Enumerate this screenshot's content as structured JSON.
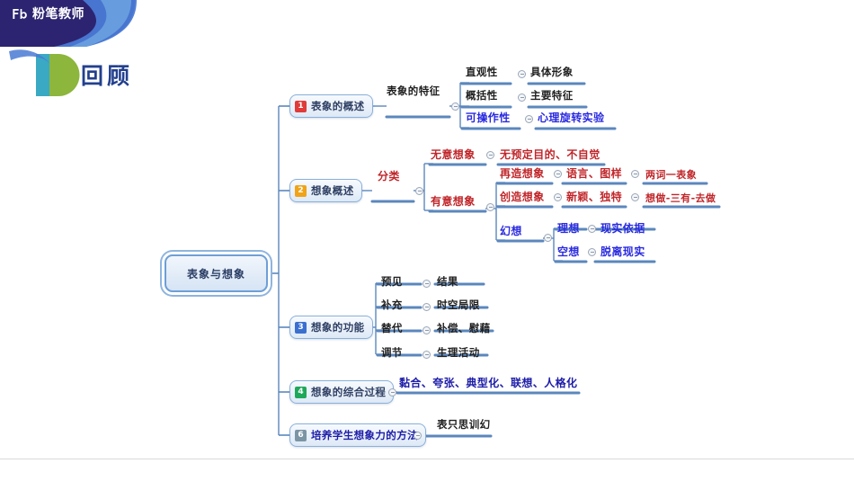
{
  "header": {
    "logo_text": "粉笔教师",
    "logo_icon": "fb-logo-icon",
    "page_title": "回顾"
  },
  "colors": {
    "banner_dark": "#2c2470",
    "banner_blue": "#3f6fd0",
    "banner_light": "#6aa2e0",
    "teal": "#3aa9c4",
    "green": "#8cb63c",
    "title": "#23408e",
    "node_border": "#8ab0da",
    "badge_1": "#e03a3a",
    "badge_2": "#f0a318",
    "badge_3": "#3a6fd0",
    "badge_4": "#1fa85a",
    "badge_6": "#7b95a5",
    "text_dark": "#1f1f1f",
    "text_blue": "#2a2ae0",
    "text_red": "#c0262a",
    "text_navy": "#1d1da8",
    "edge": "#5b87bd"
  },
  "mindmap": {
    "root": "表象与想象",
    "branches": [
      {
        "num": "1",
        "label": "表象的概述",
        "badge_color": "#e03a3a",
        "children": [
          {
            "label": "表象的特征",
            "color": "dark",
            "children": [
              {
                "label": "直观性",
                "color": "dark",
                "children": [
                  {
                    "label": "具体形象",
                    "color": "dark"
                  }
                ]
              },
              {
                "label": "概括性",
                "color": "dark",
                "children": [
                  {
                    "label": "主要特征",
                    "color": "dark"
                  }
                ]
              },
              {
                "label": "可操作性",
                "color": "blue",
                "children": [
                  {
                    "label": "心理旋转实验",
                    "color": "blue"
                  }
                ]
              }
            ]
          }
        ]
      },
      {
        "num": "2",
        "label": "想象概述",
        "badge_color": "#f0a318",
        "children": [
          {
            "label": "分类",
            "color": "red",
            "children": [
              {
                "label": "无意想象",
                "color": "red",
                "children": [
                  {
                    "label": "无预定目的、不自觉",
                    "color": "red"
                  }
                ]
              },
              {
                "label": "有意想象",
                "color": "red",
                "children": [
                  {
                    "label": "再造想象",
                    "color": "red",
                    "children": [
                      {
                        "label": "语言、图样",
                        "color": "red",
                        "children": [
                          {
                            "label": "两词一表象",
                            "color": "red"
                          }
                        ]
                      }
                    ]
                  },
                  {
                    "label": "创造想象",
                    "color": "red",
                    "children": [
                      {
                        "label": "新颖、独特",
                        "color": "red",
                        "children": [
                          {
                            "label": "想做-三有-去做",
                            "color": "red"
                          }
                        ]
                      }
                    ]
                  },
                  {
                    "label": "幻想",
                    "color": "blue",
                    "children": [
                      {
                        "label": "理想",
                        "color": "blue",
                        "children": [
                          {
                            "label": "现实依据",
                            "color": "blue"
                          }
                        ]
                      },
                      {
                        "label": "空想",
                        "color": "blue",
                        "children": [
                          {
                            "label": "脱离现实",
                            "color": "blue"
                          }
                        ]
                      }
                    ]
                  }
                ]
              }
            ]
          }
        ]
      },
      {
        "num": "3",
        "label": "想象的功能",
        "badge_color": "#3a6fd0",
        "children": [
          {
            "label": "预见",
            "color": "dark",
            "children": [
              {
                "label": "结果",
                "color": "dark"
              }
            ]
          },
          {
            "label": "补充",
            "color": "dark",
            "children": [
              {
                "label": "时空局限",
                "color": "dark"
              }
            ]
          },
          {
            "label": "替代",
            "color": "dark",
            "children": [
              {
                "label": "补偿、慰藉",
                "color": "dark"
              }
            ]
          },
          {
            "label": "调节",
            "color": "dark",
            "children": [
              {
                "label": "生理活动",
                "color": "dark"
              }
            ]
          }
        ]
      },
      {
        "num": "4",
        "label": "想象的综合过程",
        "badge_color": "#1fa85a",
        "children": [
          {
            "label": "黏合、夸张、典型化、联想、人格化",
            "color": "navy"
          }
        ]
      },
      {
        "num": "6",
        "label": "培养学生想象力的方法",
        "badge_color": "#7b95a5",
        "children": [
          {
            "label": "表只思训幻",
            "color": "dark"
          }
        ]
      }
    ]
  },
  "nodes": {
    "root": "表象与想象",
    "b1": "表象的概述",
    "b1n": "1",
    "b2": "想象概述",
    "b2n": "2",
    "b3": "想象的功能",
    "b3n": "3",
    "b4": "想象的综合过程",
    "b4n": "4",
    "b5": "培养学生想象力的方法",
    "b5n": "6",
    "t_tezheng": "表象的特征",
    "t_zhiguan": "直观性",
    "t_juti": "具体形象",
    "t_gaikuo": "概括性",
    "t_zhuyao": "主要特征",
    "t_kecaozuo": "可操作性",
    "t_xinli": "心理旋转实验",
    "t_fenlei": "分类",
    "t_wuyi": "无意想象",
    "t_wuyuding": "无预定目的、不自觉",
    "t_youyi": "有意想象",
    "t_zaizao": "再造想象",
    "t_yuyan": "语言、图样",
    "t_liangci": "两词一表象",
    "t_chuangzao": "创造想象",
    "t_xinying": "新颖、独特",
    "t_xiangzuo": "想做-三有-去做",
    "t_huanxiang": "幻想",
    "t_lixiang": "理想",
    "t_xianshi": "现实依据",
    "t_kongxiang": "空想",
    "t_tuoli": "脱离现实",
    "t_yujian": "预见",
    "t_jieguo": "结果",
    "t_buchong": "补充",
    "t_shikong": "时空局限",
    "t_tidai": "替代",
    "t_buchang": "补偿、慰藉",
    "t_tiaojie": "调节",
    "t_shengli": "生理活动",
    "t_nianhe": "黏合、夸张、典型化、联想、人格化",
    "t_biaozhi": "表只思训幻"
  }
}
